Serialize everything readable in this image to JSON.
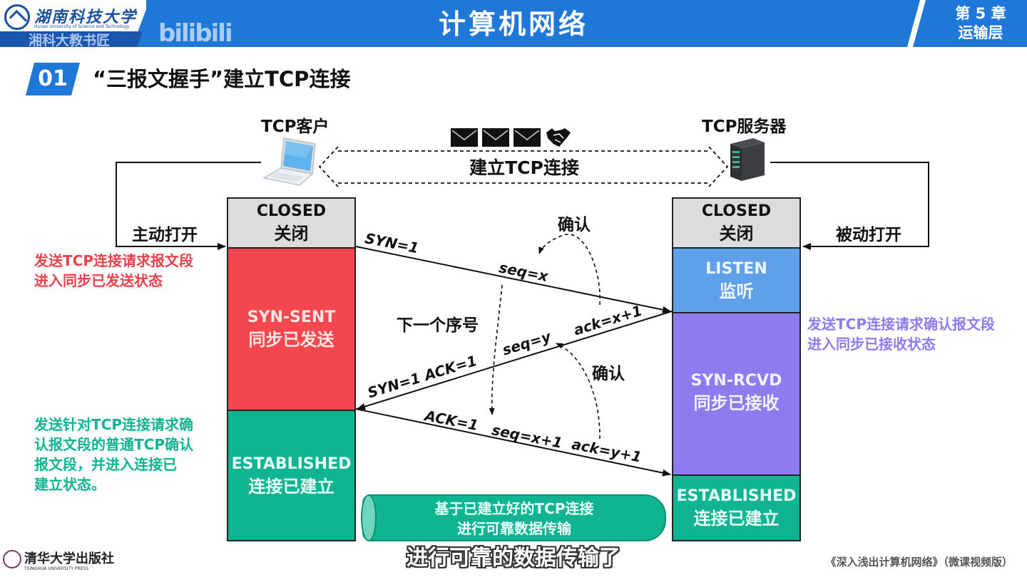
{
  "header": {
    "university_cn": "湖南科技大学",
    "university_en": "Hunan University of Science and Technology",
    "university_sub": "湘科大教书匠",
    "watermark": "bilibili",
    "title": "计算机网络",
    "chapter_line1": "第 5 章",
    "chapter_line2": "运输层"
  },
  "section": {
    "number": "01",
    "title": "“三报文握手”建立TCP连接"
  },
  "devices": {
    "client_label": "TCP客户",
    "server_label": "TCP服务器",
    "connection_label": "建立TCP连接",
    "icons": [
      "envelope-icon",
      "envelope-icon",
      "envelope-icon",
      "handshake-icon"
    ]
  },
  "client": {
    "open_label": "主动打开",
    "states": [
      {
        "en": "CLOSED",
        "cn": "关闭",
        "color": "#dcdcdc"
      },
      {
        "en": "SYN-SENT",
        "cn": "同步已发送",
        "color": "#f5474f"
      },
      {
        "en": "ESTABLISHED",
        "cn": "连接已建立",
        "color": "#10b491"
      }
    ],
    "note1": [
      "发送TCP连接请求报文段",
      "进入同步已发送状态"
    ],
    "note2": [
      "发送针对TCP连接请求确",
      "认报文段的普通TCP确认",
      "报文段，并进入连接已",
      "建立状态。"
    ]
  },
  "server": {
    "open_label": "被动打开",
    "states": [
      {
        "en": "CLOSED",
        "cn": "关闭",
        "color": "#dcdcdc"
      },
      {
        "en": "LISTEN",
        "cn": "监听",
        "color": "#5ea0ea"
      },
      {
        "en": "SYN-RCVD",
        "cn": "同步已接收",
        "color": "#8d7cef"
      },
      {
        "en": "ESTABLISHED",
        "cn": "连接已建立",
        "color": "#10b491"
      }
    ],
    "note": [
      "发送TCP连接请求确认报文段",
      "进入同步已接收状态"
    ]
  },
  "messages": {
    "m1_flags": "SYN=1",
    "m1_seq": "seq=x",
    "m2_flags": "SYN=1  ACK=1",
    "m2_seq": "seq=y",
    "m2_ack": "ack=x+1",
    "m3_flags": "ACK=1",
    "m3_seq": "seq=x+1",
    "m3_ack": "ack=y+1",
    "confirm1": "确认",
    "confirm2": "确认",
    "next_seq": "下一个序号"
  },
  "data_pipe": {
    "line1": "基于已建立好的TCP连接",
    "line2": "进行可靠数据传输"
  },
  "footer": {
    "subtitle": "进行可靠的数据传输了",
    "book": "《深入浅出计算机网络》（微课视频版）",
    "publisher_cn": "清华大学出版社",
    "publisher_en": "TSINGHUA UNIVERSITY PRESS"
  }
}
